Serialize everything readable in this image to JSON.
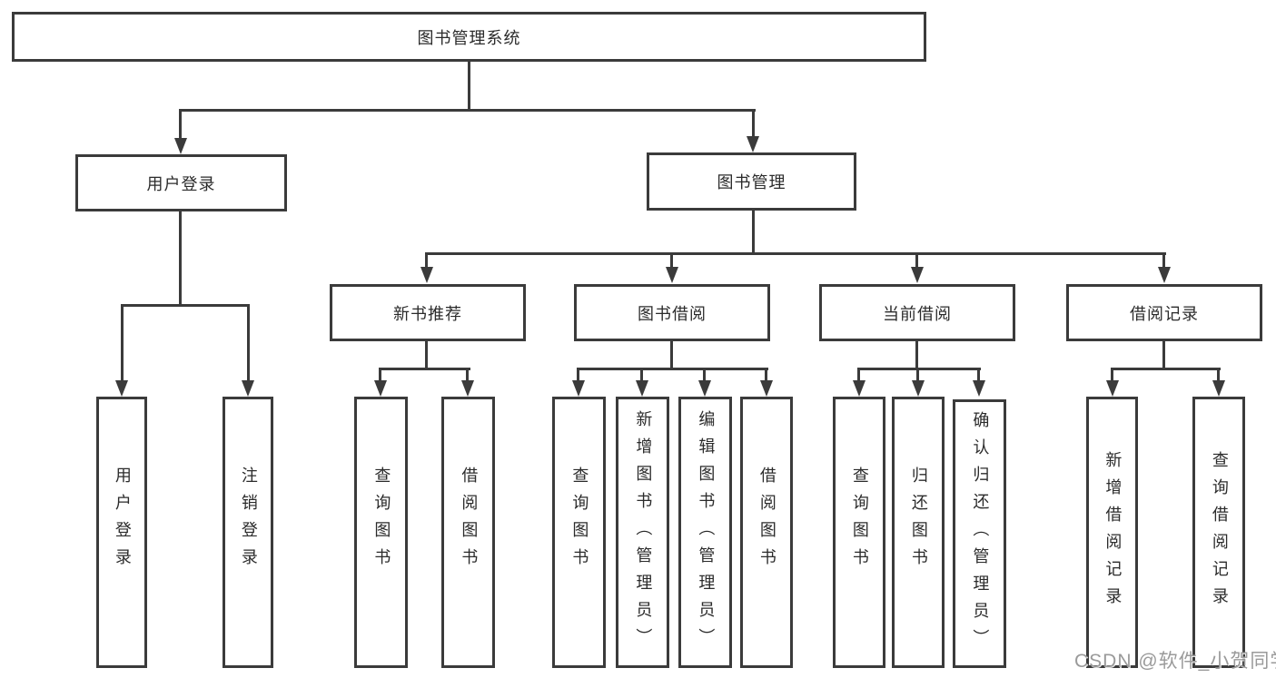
{
  "title": "图书管理系统",
  "colors": {
    "background": "#ffffff",
    "box_border": "#3b3b3b",
    "connector_line": "#3b3b3b",
    "text": "#2b2b2b",
    "watermark_text": "#9a9a9a"
  },
  "diagram": {
    "root": "图书管理系统",
    "level2": {
      "user_login": "用户登录",
      "book_management": "图书管理"
    },
    "level3": {
      "new_book_recommend": "新书推荐",
      "book_borrow": "图书借阅",
      "current_borrow": "当前借阅",
      "borrow_record": "借阅记录"
    },
    "leaves": {
      "user_login": "用户登录",
      "logout": "注销登录",
      "recommend_query_book": "查询图书",
      "recommend_borrow_book": "借阅图书",
      "borrow_query_book": "查询图书",
      "borrow_add_book_admin": "新增图书（管理员）",
      "borrow_edit_book_admin": "编辑图书（管理员）",
      "borrow_borrow_book": "借阅图书",
      "current_query_book": "查询图书",
      "current_return_book": "归还图书",
      "current_confirm_return_admin": "确认归还（管理员）",
      "record_add": "新增借阅记录",
      "record_query": "查询借阅记录"
    }
  },
  "watermark": "CSDN @软件_小贺同学"
}
